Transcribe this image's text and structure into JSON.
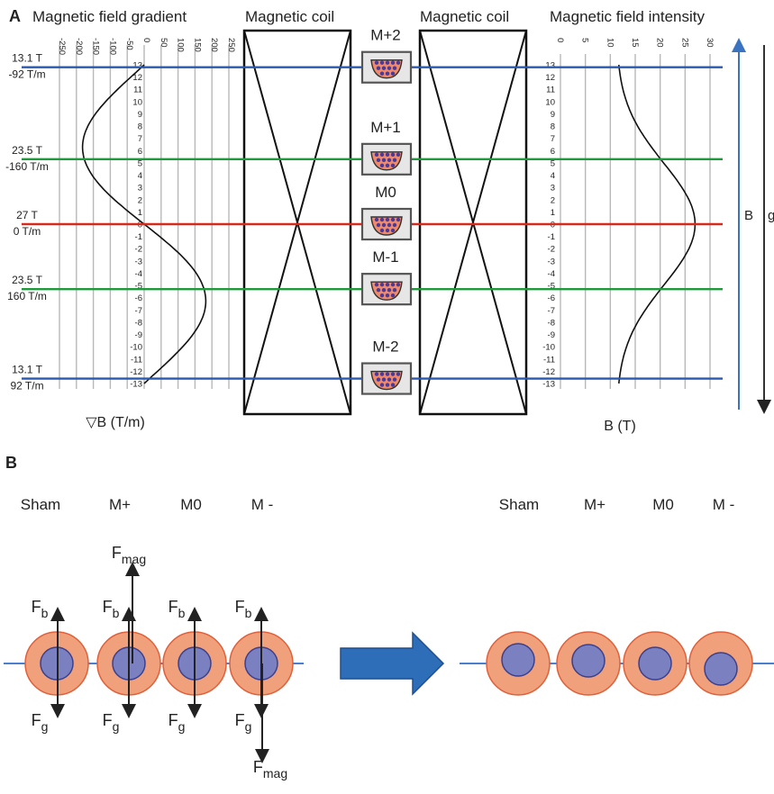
{
  "panel_a": {
    "label": "A",
    "left_title": "Magnetic field gradient",
    "coil_left_title": "Magnetic coil",
    "coil_right_title": "Magnetic coil",
    "right_title": "Magnetic field intensity",
    "left_axis_label": "▽B (T/m)",
    "right_axis_label": "B (T)",
    "arrow_label_b": "B",
    "arrow_label_g": "g",
    "position_ticks": [
      "13",
      "12",
      "11",
      "10",
      "9",
      "8",
      "7",
      "6",
      "5",
      "4",
      "3",
      "2",
      "1",
      "0",
      "-1",
      "-2",
      "-3",
      "-4",
      "-5",
      "-6",
      "-7",
      "-8",
      "-9",
      "-10",
      "-11",
      "-12",
      "-13"
    ],
    "gradient_ticks": [
      "-250",
      "-200",
      "-150",
      "-100",
      "-50",
      "0",
      "50",
      "100",
      "150",
      "200",
      "250"
    ],
    "intensity_ticks": [
      "0",
      "5",
      "10",
      "15",
      "20",
      "25",
      "30"
    ],
    "levels": [
      {
        "label": "M+2",
        "field": "13.1 T",
        "gradient": "-92 T/m",
        "color": "#2a58b0"
      },
      {
        "label": "M+1",
        "field": "23.5 T",
        "gradient": "-160 T/m",
        "color": "#1e9a3a"
      },
      {
        "label": "M0",
        "field": "27 T",
        "gradient": "0 T/m",
        "color": "#d62a1e"
      },
      {
        "label": "M-1",
        "field": "23.5 T",
        "gradient": "160 T/m",
        "color": "#1e9a3a"
      },
      {
        "label": "M-2",
        "field": "13.1 T",
        "gradient": "92 T/m",
        "color": "#2a58b0"
      }
    ]
  },
  "panel_b": {
    "label": "B",
    "before_conditions": [
      "Sham",
      "M+",
      "M0",
      "M -"
    ],
    "after_conditions": [
      "Sham",
      "M+",
      "M0",
      "M -"
    ],
    "force_buoyancy": "F",
    "force_buoyancy_sub": "b",
    "force_gravity": "F",
    "force_gravity_sub": "g",
    "force_magnetic": "F",
    "force_magnetic_sub": "mag"
  },
  "colors": {
    "grid": "#b8b8b8",
    "cell_outer": "#f0a07a",
    "cell_outer_stroke": "#e0603a",
    "cell_inner": "#7a80c0",
    "cell_inner_stroke": "#3a4090",
    "baseline": "#4a7fd0",
    "big_arrow": "#2e6db8",
    "right_arrow_b": "#3a73c0",
    "right_arrow_g": "#333333"
  }
}
